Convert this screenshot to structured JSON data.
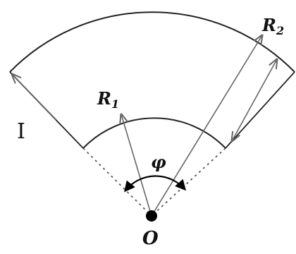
{
  "diagram": {
    "labels": {
      "current": "I",
      "radius_inner": "R",
      "radius_inner_sub": "1",
      "radius_outer": "R",
      "radius_outer_sub": "2",
      "angle": "φ",
      "center": "O"
    },
    "colors": {
      "stroke": "#222222",
      "arrow": "#666666",
      "dotted": "#555555",
      "text": "#111111"
    }
  }
}
